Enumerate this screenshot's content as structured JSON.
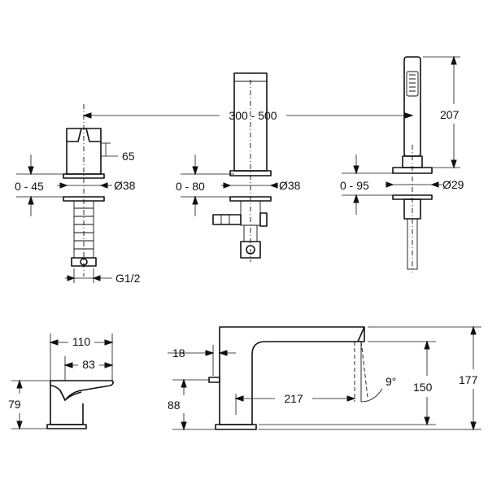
{
  "labels": {
    "spacing": "300 - 500",
    "mixer_height": "65",
    "mixer_adjust": "0 - 45",
    "mixer_hole": "Ø38",
    "mixer_thread": "G1/2",
    "spout_adjust": "0 - 80",
    "spout_hole": "Ø38",
    "shower_height": "207",
    "shower_adjust": "0 - 95",
    "shower_hole": "Ø29",
    "lever_length": "110",
    "lever_depth": "83",
    "lever_height": "79",
    "spout_offset": "18",
    "spout_base": "88",
    "spout_reach": "217",
    "spout_angle": "9°",
    "spout_outlet": "150",
    "spout_total": "177"
  }
}
